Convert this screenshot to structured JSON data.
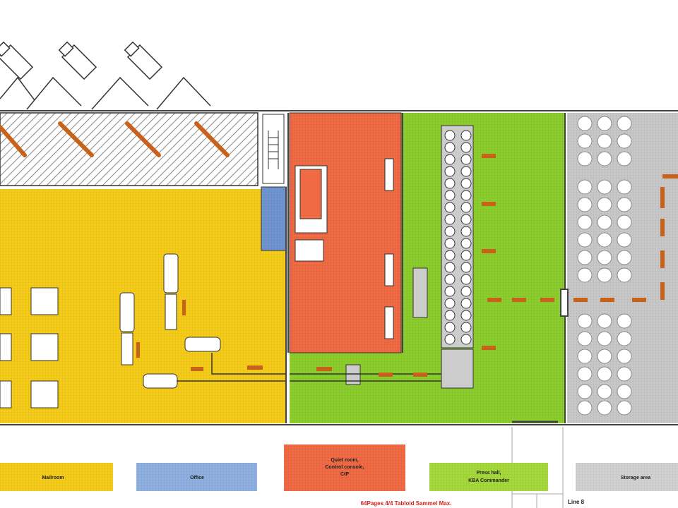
{
  "legend": {
    "mailroom": "Mailroom",
    "office": "Office",
    "quiet_room": [
      "Quiet room,",
      "Control console,",
      "CtP"
    ],
    "press_hall": [
      "Press hall,",
      "KBA Commander"
    ],
    "storage": "Storage area"
  },
  "title": "64Pages 4/4 Tabloid Sammel Max.",
  "line_label": "Line 8",
  "colors": {
    "mailroom": "#f5cc1a",
    "office": "#6f95d0",
    "quiet_room": "#f06a44",
    "press_hall": "#8ccd2e",
    "storage": "#c8c8c8",
    "arrow": "#c8621a"
  }
}
